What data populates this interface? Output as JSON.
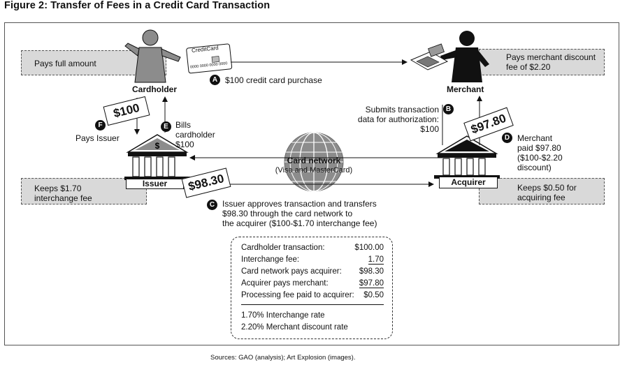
{
  "figure": {
    "title": "Figure 2: Transfer of Fees in a Credit Card Transaction",
    "source": "Sources: GAO (analysis); Art Explosion (images)."
  },
  "cardholder": {
    "label": "Cardholder",
    "box_text": "Pays full amount",
    "card_text": "CreditCard",
    "card_number": "0000 0000 0000 0000"
  },
  "merchant": {
    "label": "Merchant",
    "box_text_line1": "Pays merchant discount",
    "box_text_line2": "fee of $2.20"
  },
  "issuer": {
    "label": "Issuer",
    "box_line1": "Keeps $1.70",
    "box_line2": "interchange fee"
  },
  "acquirer": {
    "label": "Acquirer",
    "box_line1": "Keeps $0.50 for",
    "box_line2": "acquiring fee"
  },
  "card_network": {
    "label": "Card network",
    "sub": "(Visa and MasterCard)"
  },
  "steps": {
    "a": {
      "badge": "A",
      "text": "$100 credit card purchase"
    },
    "b": {
      "badge": "B",
      "line1": "Submits transaction",
      "line2": "data for authorization:",
      "line3": "$100"
    },
    "c": {
      "badge": "C",
      "line1": "Issuer approves transaction and transfers",
      "line2": "$98.30 through the card network to",
      "line3": "the acquirer  ($100-$1.70 interchange fee)"
    },
    "d": {
      "badge": "D",
      "line1": "Merchant",
      "line2": "paid $97.80",
      "line3": "($100-$2.20",
      "line4": "discount)"
    },
    "e": {
      "badge": "E",
      "line1": "Bills",
      "line2": "cardholder",
      "line3": "$100"
    },
    "f": {
      "badge": "F",
      "text": "Pays Issuer"
    }
  },
  "tags": {
    "t100": "$100",
    "t9830": "$98.30",
    "t9780": "$97.80"
  },
  "summary": {
    "rows": [
      {
        "label": "Cardholder transaction:",
        "value": "$100.00"
      },
      {
        "label": "Interchange fee:",
        "value": "1.70"
      },
      {
        "label": "Card network pays acquirer:",
        "value": "$98.30"
      },
      {
        "label": "Acquirer pays merchant:",
        "value": "$97.80"
      },
      {
        "label": "Processing fee paid to acquirer:",
        "value": "$0.50"
      }
    ],
    "rate1": "1.70% Interchange rate",
    "rate2": "2.20% Merchant discount rate"
  },
  "colors": {
    "box_fill": "#d9d9d9",
    "ink": "#111111",
    "globe": "#8c8c8c"
  }
}
